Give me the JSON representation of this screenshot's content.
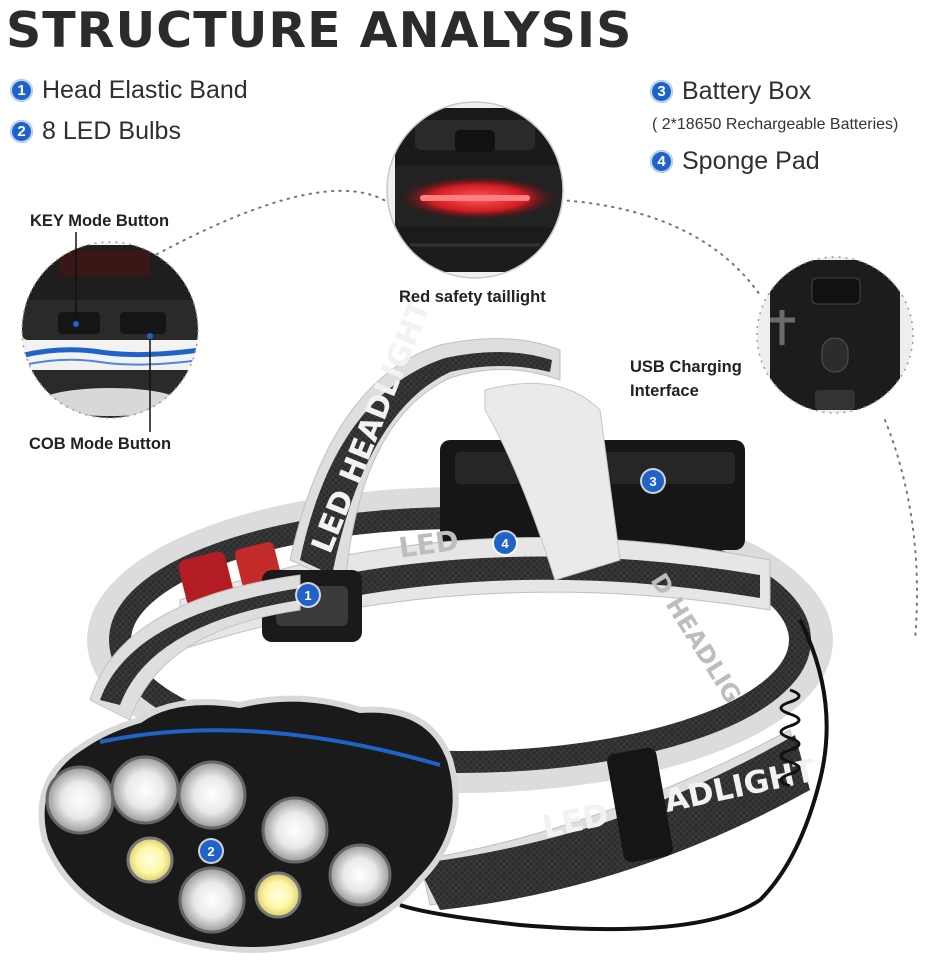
{
  "title": "STRUCTURE ANALYSIS",
  "legend": [
    {
      "num": "1",
      "label": "Head Elastic Band"
    },
    {
      "num": "2",
      "label": "8 LED Bulbs"
    },
    {
      "num": "3",
      "label": "Battery Box"
    },
    {
      "num": "4",
      "label": "Sponge Pad"
    }
  ],
  "battery_note": "( 2*18650 Rechargeable Batteries)",
  "callouts": {
    "key_mode": "KEY Mode Button",
    "cob_mode": "COB Mode Button",
    "taillight": "Red safety taillight",
    "usb_line1": "USB Charging",
    "usb_line2": "Interface"
  },
  "band_text": {
    "top": "LED HEADLIGHT",
    "front": "LED HEADLIGHT",
    "inner_right": "D HEADLIG",
    "inner_back": "LED"
  },
  "colors": {
    "accent": "#1f63c8",
    "band": "#2a2a2a",
    "taillight": "#e0242c"
  }
}
